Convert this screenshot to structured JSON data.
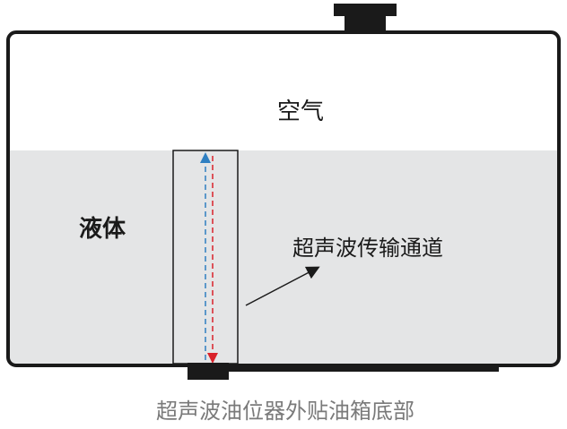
{
  "labels": {
    "air": "空气",
    "liquid": "液体",
    "channel": "超声波传输通道"
  },
  "caption": "超声波油位器外贴油箱底部",
  "colors": {
    "tank_outline": "#1a1a1a",
    "liquid_fill": "#e4e5e6",
    "up_arrow": "#2f7fc1",
    "down_arrow": "#d9222a",
    "caption": "#7a7a7a"
  }
}
